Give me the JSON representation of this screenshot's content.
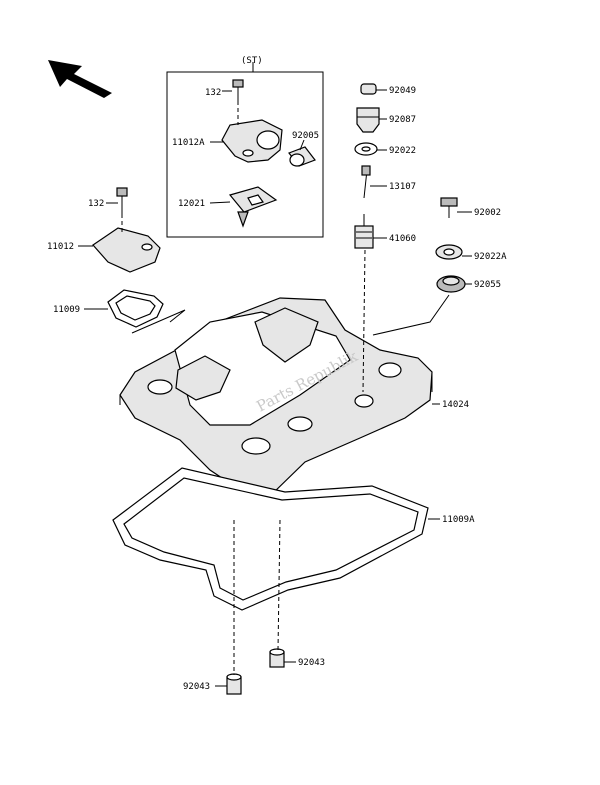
{
  "diagram": {
    "set_label": "(ST)",
    "watermark": "Parts Republik",
    "callouts": {
      "c132a": "132",
      "c11012A": "11012A",
      "c92005": "92005",
      "c12021": "12021",
      "c132b": "132",
      "c11012": "11012",
      "c11009": "11009",
      "c92049": "92049",
      "c92087": "92087",
      "c92022": "92022",
      "c13107": "13107",
      "c92002": "92002",
      "c41060": "41060",
      "c92022A": "92022A",
      "c92055": "92055",
      "c14024": "14024",
      "c11009A": "11009A",
      "c92043a": "92043",
      "c92043b": "92043"
    }
  }
}
